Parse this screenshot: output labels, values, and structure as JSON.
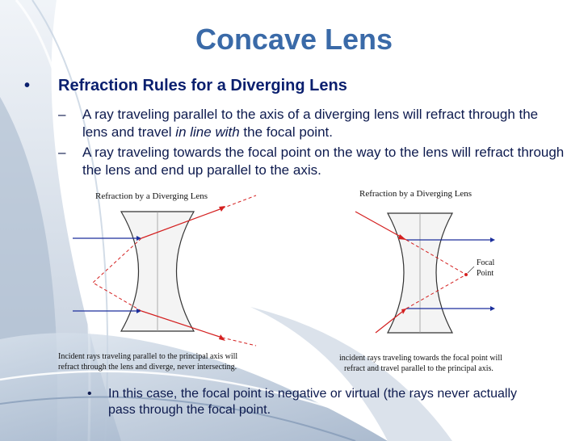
{
  "slide": {
    "title": "Concave Lens",
    "bullet_glyph": "•",
    "dash_glyph": "–",
    "main_bullet": "Refraction Rules for a Diverging Lens",
    "sub_bullets": [
      {
        "parts": [
          "A ray traveling parallel to the axis of a diverging lens will refract through the lens and travel ",
          "in line with",
          " the focal point."
        ]
      },
      {
        "text": "A ray traveling towards the focal point on the way to the lens will refract through the lens and end up parallel to the axis."
      }
    ],
    "left_figure": {
      "title": "Refraction by a Diverging Lens",
      "caption_line1": "Incident rays traveling parallel to the principal axis will",
      "caption_line2": "refract through the lens and diverge, never intersecting."
    },
    "right_figure": {
      "title": "Refraction by a Diverging Lens",
      "focal_label_line1": "Focal",
      "focal_label_line2": "Point",
      "caption_line1": "incident rays traveling towards the focal point will",
      "caption_line2": "refract and travel parallel to the principal axis."
    },
    "bottom_note": "In this case, the focal point is negative or virtual (the rays never actually pass through the focal point.",
    "colors": {
      "title": "#3a6aa8",
      "text": "#0d1a4e",
      "ray_red": "#d42020",
      "ray_blue": "#1c2f9c"
    }
  }
}
